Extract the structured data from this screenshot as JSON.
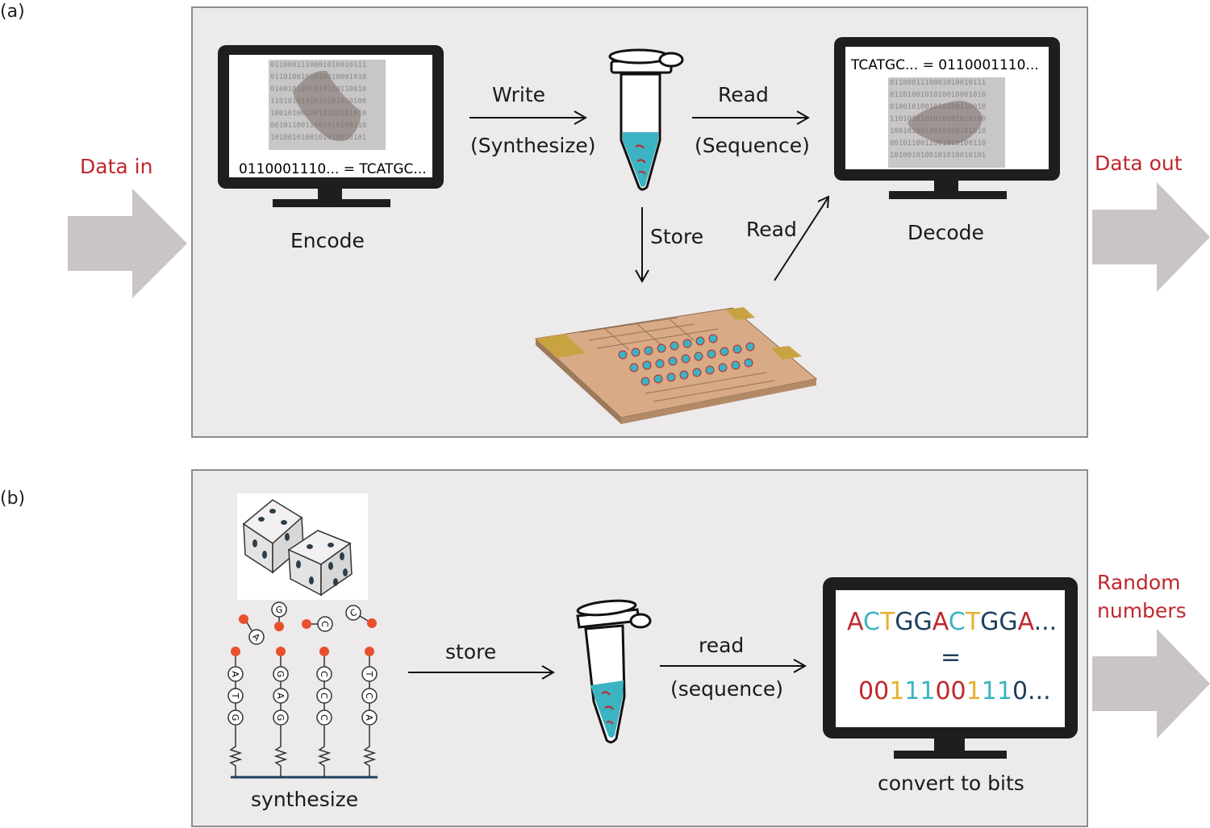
{
  "panel_a": {
    "label": "(a)",
    "data_in": "Data in",
    "data_out": "Data out",
    "encode": "Encode",
    "decode": "Decode",
    "write": "Write",
    "synthesize": "(Synthesize)",
    "read_top": "Read",
    "sequence": "(Sequence)",
    "store": "Store",
    "read_diag": "Read",
    "encode_screen": "0110001110... = TCATGC...",
    "decode_screen": "TCATGC... = 0110001110...",
    "binary_rows": [
      "0110001110001010010111",
      "0110100101010010001010",
      "0100101001010100110010",
      "1101010101010101010100",
      "1001010010010100101010",
      "0010110011001010100110",
      "1010010100101010010101"
    ]
  },
  "panel_b": {
    "label": "(b)",
    "random_numbers_1": "Random",
    "random_numbers_2": "numbers",
    "store": "store",
    "read": "read",
    "sequence": "(sequence)",
    "synthesize": "synthesize",
    "convert": "convert to bits",
    "equals": "=",
    "dna_sequence": [
      {
        "ch": "A",
        "color": "#c0272d"
      },
      {
        "ch": "C",
        "color": "#3bb3c3"
      },
      {
        "ch": "T",
        "color": "#e6b030"
      },
      {
        "ch": "G",
        "color": "#1d3f5e"
      },
      {
        "ch": "G",
        "color": "#1d3f5e"
      },
      {
        "ch": "A",
        "color": "#c0272d"
      },
      {
        "ch": "C",
        "color": "#3bb3c3"
      },
      {
        "ch": "T",
        "color": "#e6b030"
      },
      {
        "ch": "G",
        "color": "#1d3f5e"
      },
      {
        "ch": "G",
        "color": "#1d3f5e"
      },
      {
        "ch": "A",
        "color": "#c0272d"
      },
      {
        "ch": "...",
        "color": "#1d3f5e"
      }
    ],
    "bits_sequence": [
      {
        "ch": "00",
        "color": "#c0272d"
      },
      {
        "ch": "1",
        "color": "#e6b030"
      },
      {
        "ch": "11",
        "color": "#3bb3c3"
      },
      {
        "ch": "00",
        "color": "#c0272d"
      },
      {
        "ch": "1",
        "color": "#e6b030"
      },
      {
        "ch": "11",
        "color": "#3bb3c3"
      },
      {
        "ch": "0",
        "color": "#1d3f5e"
      },
      {
        "ch": "...",
        "color": "#1d3f5e"
      }
    ],
    "strands": [
      [
        "A",
        "T",
        "G"
      ],
      [
        "G",
        "A",
        "G"
      ],
      [
        "C",
        "C",
        "C"
      ],
      [
        "T",
        "C",
        "A"
      ]
    ],
    "free_bases": [
      "A",
      "G",
      "C",
      "C"
    ]
  },
  "colors": {
    "panel_bg": "#edeaec",
    "panel_border": "#8e8c8d",
    "accent_red": "#c0272d",
    "arrow_grey": "#c9c4c6",
    "liquid": "#3bb3c3",
    "chip": "#d8ab86",
    "strand_dot": "#e8502b"
  }
}
